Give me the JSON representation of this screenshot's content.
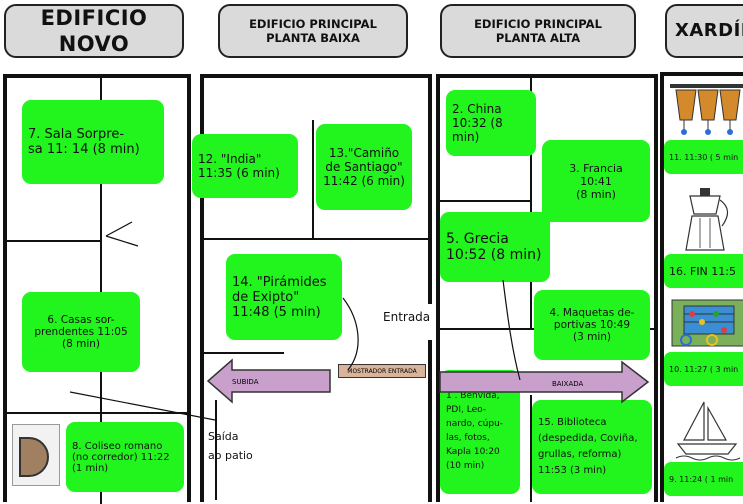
{
  "headers": {
    "novo": "EDIFICIO NOVO",
    "baixa_1": "EDIFICIO PRINCIPAL",
    "baixa_2": "PLANTA BAIXA",
    "alta_1": "EDIFICIO PRINCIPAL",
    "alta_2": "PLANTA ALTA",
    "xardin": "XARDÍN"
  },
  "stops": {
    "s7": [
      "7. Sala Sorpre-",
      "sa 11: 14 (8 min)"
    ],
    "s6": [
      "6. Casas sor-",
      "prendentes 11:05",
      "(8 min)"
    ],
    "s8": [
      "8. Coliseo romano",
      "(no corredor) 11:22",
      "(1 min)"
    ],
    "s12": [
      "12. \"India\"",
      "11:35 (6 min)"
    ],
    "s13": [
      "13.\"Camiño",
      "de Santiago\"",
      "11:42 (6 min)"
    ],
    "s14": [
      "14. \"Pirámides",
      "de Exipto\"",
      "11:48 (5 min)"
    ],
    "s2": [
      "2. China",
      "10:32 (8 min)"
    ],
    "s3": [
      "3. Francia",
      "10:41",
      "(8 min)"
    ],
    "s5": [
      "5. Grecia",
      "10:52 (8 min)"
    ],
    "s4": [
      "4. Maquetas de-",
      "portivas 10:49",
      "(3 min)"
    ],
    "s1": [
      "1 . Benvida,",
      "PDI, Leo-",
      "nardo, cúpu-",
      "las, fotos,",
      "Kapla 10:20",
      "(10 min)"
    ],
    "s15": [
      "15. Biblioteca",
      "(despedida, Coviña,",
      "grullas, reforma)",
      "11:53  (3 min)"
    ],
    "s11": [
      "11. 11:30 ( 5 min"
    ],
    "s16": [
      "16. FIN 11:5"
    ],
    "s10": [
      "10. 11:27 ( 3 min"
    ],
    "s9": [
      "9. 11:24 ( 1 min"
    ]
  },
  "labels": {
    "entrada": "Entrada",
    "saida": [
      "Saída",
      "ao patio"
    ],
    "subida": "SUBIDA",
    "baixada": "BAIXADA",
    "mostrador": "MOSTRADOR ENTRADA"
  },
  "icons": [
    "flower-pots-icon",
    "coffee-pot-icon",
    "abacus-icon",
    "sailboat-icon",
    "door-icon"
  ],
  "colors": {
    "stop_box": "#22f51e",
    "arrow": "#c9a0cc",
    "header": "#dadada",
    "mostrador": "#d9b49a"
  }
}
